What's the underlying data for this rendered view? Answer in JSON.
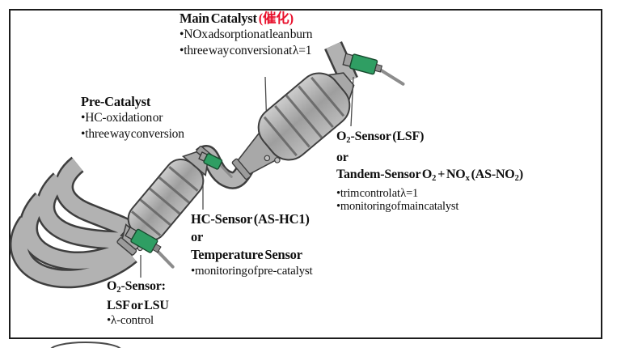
{
  "colors": {
    "red_text": "#e8112d",
    "sensor_green": "#2f9e63",
    "pipe_gray": "#b2b2b2",
    "pipe_outline": "#3e3e3e",
    "frame_border": "#1c1c1c"
  },
  "labels": {
    "main_catalyst": {
      "title_parts": [
        {
          "t": "Main Catalyst ",
          "b": true
        },
        {
          "t": "(催化)",
          "b": true,
          "c": "red_text"
        }
      ],
      "bullets": [
        "•NOx adsorption at lean burn",
        "•three way conversion at λ=1"
      ]
    },
    "pre_catalyst": {
      "title_parts": [
        {
          "t": "Pre-Catalyst",
          "b": true
        }
      ],
      "bullets": [
        "•HC-oxidation or",
        "•three way conversion"
      ]
    },
    "o2_sensor_rear": {
      "line1_parts": [
        {
          "t": "O"
        },
        {
          "t": "2",
          "sub": true
        },
        {
          "t": "-Sensor (LSF)"
        }
      ],
      "line2": "or",
      "line3_parts": [
        {
          "t": "Tandem-Sensor O"
        },
        {
          "t": "2",
          "sub": true
        },
        {
          "t": " + NO"
        },
        {
          "t": "x",
          "sub": true
        },
        {
          "t": " (AS-NO"
        },
        {
          "t": "2",
          "sub": true
        },
        {
          "t": ")"
        }
      ],
      "bullets": [
        "•trim control at λ=1",
        "•monitoring of main catalyst"
      ]
    },
    "hc_sensor": {
      "line1": "HC-Sensor (AS-HC1)",
      "line2": "or",
      "line3": "Temperature Sensor",
      "bullets": [
        "•monitoring of pre-catalyst"
      ]
    },
    "o2_sensor_front": {
      "line1_parts": [
        {
          "t": "O"
        },
        {
          "t": "2",
          "sub": true
        },
        {
          "t": "-Sensor:"
        }
      ],
      "line2": "LSF or LSU",
      "bullets": [
        "•λ-control"
      ]
    }
  },
  "diagram_parts": [
    "exhaust-manifold",
    "front-o2-sensor",
    "pre-catalyst",
    "hc-or-temperature-sensor",
    "connecting-pipe",
    "main-catalyst",
    "rear-o2-or-tandem-sensor",
    "tailpipe"
  ]
}
